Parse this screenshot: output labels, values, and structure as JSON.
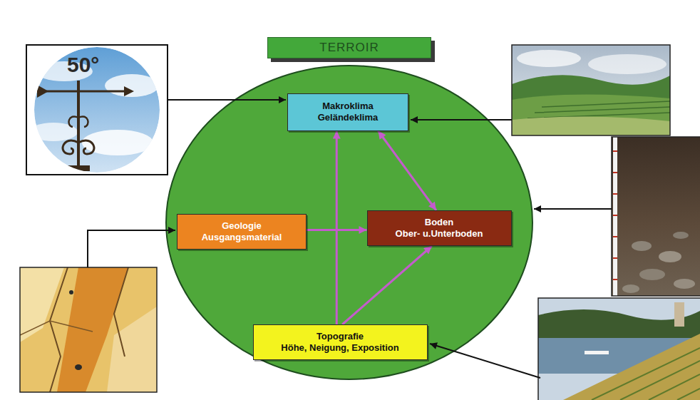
{
  "diagram": {
    "title": "TERROIR",
    "nodes": [
      {
        "text": [
          "Makroklima",
          "Geländeklima"
        ]
      },
      {
        "text": [
          "Geologie",
          "Ausgangsmaterial"
        ]
      },
      {
        "text": [
          "Boden",
          "Ober- u.Unterboden"
        ]
      },
      {
        "text": [
          "Topografie",
          "Höhe, Neigung, Exposition"
        ]
      }
    ],
    "edges": [
      {
        "from": 1,
        "to": 2,
        "arrow": "to"
      },
      {
        "from": 3,
        "to": 0,
        "arrow": "to"
      },
      {
        "from": 3,
        "to": 2,
        "arrow": "to"
      },
      {
        "from": 0,
        "to": 2,
        "arrow": "both"
      }
    ],
    "labels": [
      "50°"
    ]
  }
}
